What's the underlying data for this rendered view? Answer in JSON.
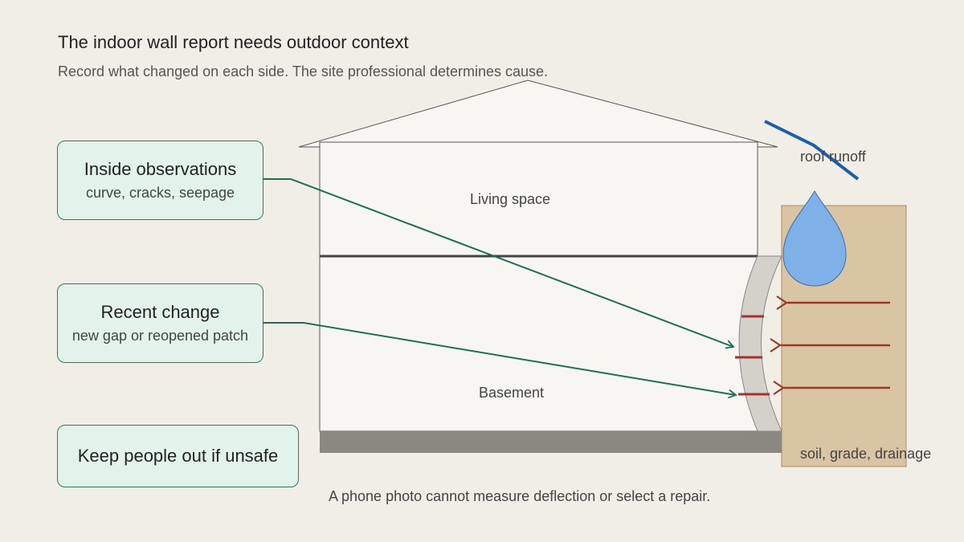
{
  "title": "The indoor wall report needs outdoor context",
  "subtitle": "Record what changed on each side. The site professional determines cause.",
  "boxes": {
    "inside": {
      "heading": "Inside observations",
      "detail": "curve, cracks, seepage"
    },
    "recent": {
      "heading": "Recent change",
      "detail": "new gap or reopened patch"
    },
    "unsafe": {
      "heading": "Keep people out if unsafe"
    }
  },
  "house": {
    "upper_label": "Living space",
    "lower_label": "Basement"
  },
  "outdoor": {
    "runoff_label": "roof runoff",
    "soil_label": "soil, grade, drainage"
  },
  "footnote": "A phone photo cannot measure deflection or select a repair.",
  "colors": {
    "background": "#f1eee8",
    "box_fill": "#e2f3ec",
    "connector": "#1f6e55",
    "pressure_arrow": "#9a3a22",
    "crack": "#a8302e",
    "soil": "#d9c4a3",
    "water": "#7fb1e8",
    "runoff": "#1f5fa8",
    "footing": "#8a8880"
  },
  "icons": [
    "water-drop-icon",
    "pressure-arrow-icon"
  ]
}
